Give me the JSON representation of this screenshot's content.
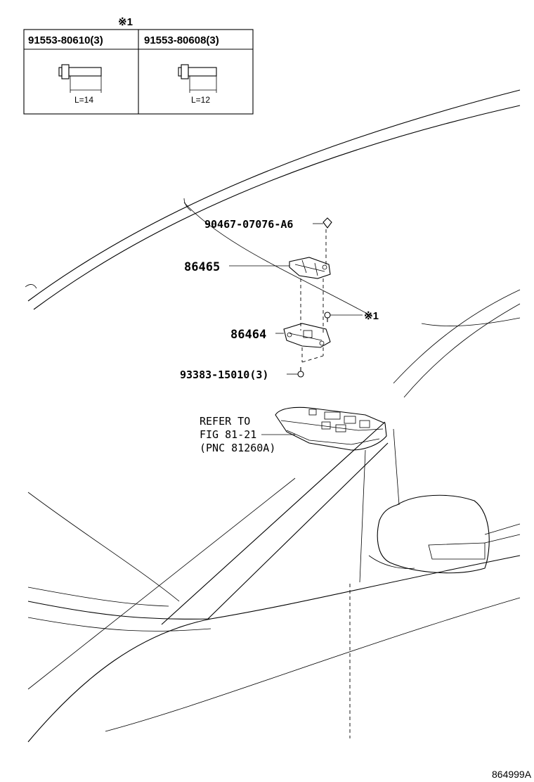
{
  "diagram": {
    "fastener_table": {
      "note_marker": "※1",
      "columns": [
        {
          "part_number": "91553-80610(3)",
          "length_label": "L=14"
        },
        {
          "part_number": "91553-80608(3)",
          "length_label": "L=12"
        }
      ]
    },
    "callouts": [
      {
        "id": "clip",
        "text": "90467-07076-A6"
      },
      {
        "id": "cover",
        "text": "86465"
      },
      {
        "id": "screw-ref",
        "text": "※1"
      },
      {
        "id": "sensor",
        "text": "86464"
      },
      {
        "id": "screw",
        "text": "93383-15010(3)"
      }
    ],
    "refer_note": {
      "lines": [
        "REFER TO",
        "FIG 81-21",
        "(PNC 81260A)"
      ]
    },
    "figure_code": "864999A"
  }
}
